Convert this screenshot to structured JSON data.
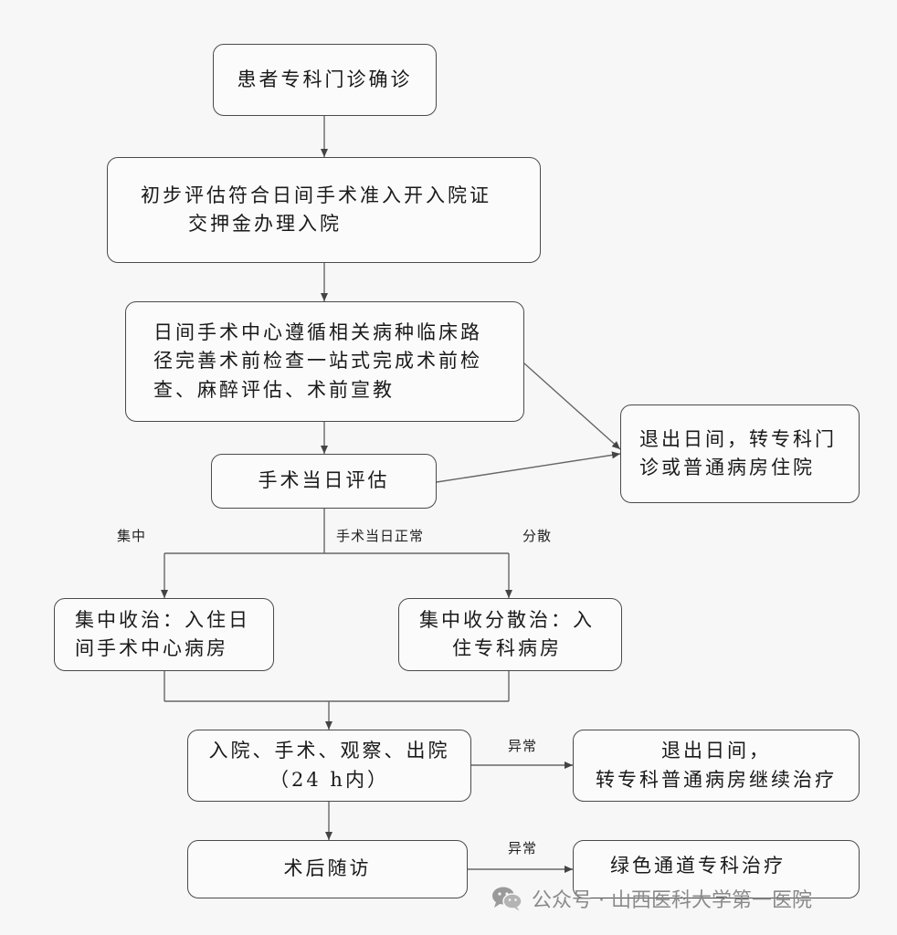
{
  "flowchart": {
    "patient_clinic": "患者专科门诊确诊",
    "preliminary": {
      "line1": "初步评估符合日间手术准入开入院证",
      "line2": "交押金办理入院"
    },
    "center_exam": {
      "line1": "日间手术中心遵循相关病种临床路",
      "line2": "径完善术前检查一站式完成术前检",
      "line3": "查、麻醉评估、术前宣教"
    },
    "exit_day": {
      "line1": "退出日间，转专科门",
      "line2": "诊或普通病房住院"
    },
    "surgery_eval": "手术当日评估",
    "labels": {
      "centralized": "集中",
      "normal": "手术当日正常",
      "dispersed": "分散",
      "abnormal_1": "异常",
      "abnormal_2": "异常"
    },
    "centralized_box": {
      "line1": "集中收治：入住日",
      "line2": "间手术中心病房"
    },
    "dispersed_box": {
      "line1": "集中收分散治：入",
      "line2": "住专科病房"
    },
    "admission": {
      "line1": "入院、手术、观察、出院",
      "line2": "（24 h内）"
    },
    "exit_general": {
      "line1": "退出日间，",
      "line2": "转专科普通病房继续治疗"
    },
    "followup": "术后随访",
    "green_channel": "绿色通道专科治疗"
  },
  "watermark": {
    "text": "公众号 · 山西医科大学第一医院",
    "icon": "wechat-icon"
  }
}
